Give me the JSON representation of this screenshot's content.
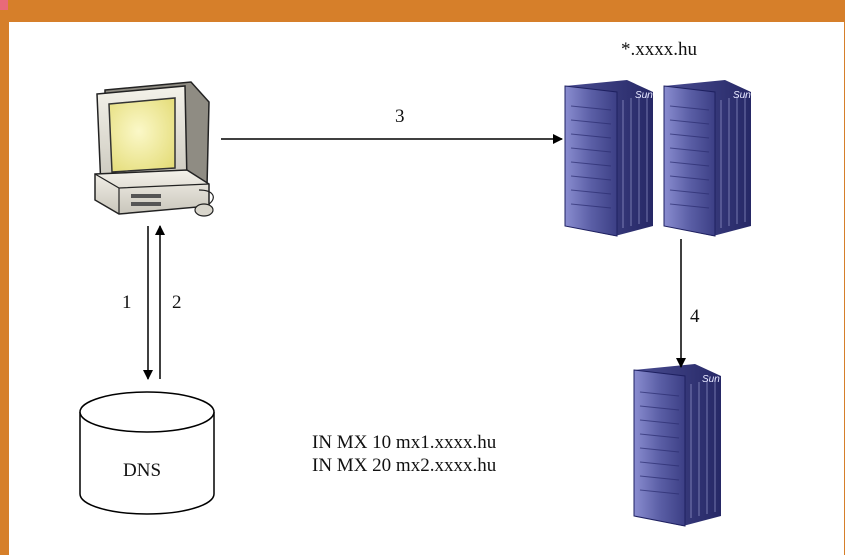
{
  "diagram": {
    "server_group_label": "*.xxxx.hu",
    "dns_label": "DNS",
    "mx_records": [
      "IN MX 10 mx1.xxxx.hu",
      "IN MX 20 mx2.xxxx.hu"
    ],
    "steps": {
      "s1": "1",
      "s2": "2",
      "s3": "3",
      "s4": "4"
    },
    "server_brand": "Sun",
    "colors": {
      "frame": "#d67f2a",
      "canvas": "#ffffff",
      "server_body": "#5b5fa6",
      "monitor_screen": "#f2ec9a"
    }
  }
}
